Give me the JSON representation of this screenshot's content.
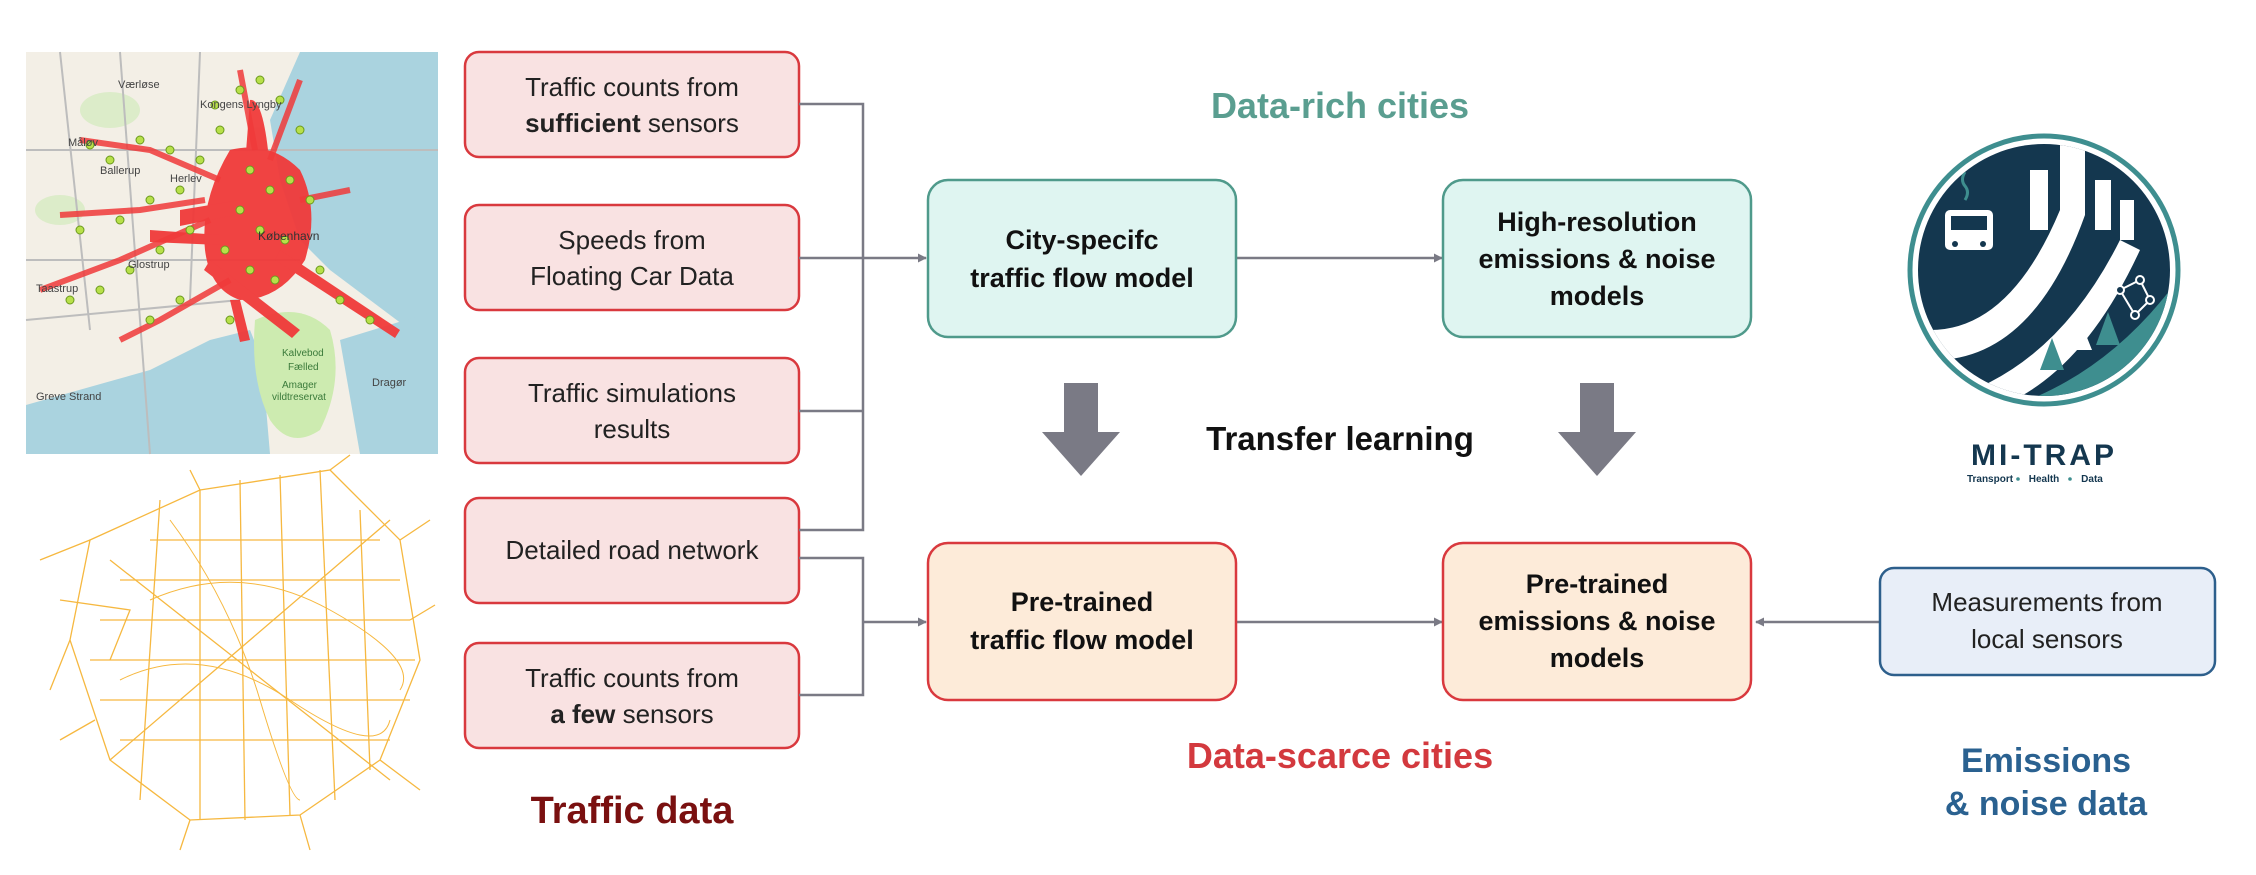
{
  "inputs": [
    {
      "line1": "Traffic counts from",
      "line2_bold": "sufficient",
      "line2_rest": " sensors"
    },
    {
      "line1": "Speeds from",
      "line2": "Floating Car Data"
    },
    {
      "line1": "Traffic simulations",
      "line2": "results"
    },
    {
      "line1": "Detailed road network"
    },
    {
      "line1": "Traffic counts from",
      "line2_bold": "a few",
      "line2_rest": " sensors"
    }
  ],
  "section_labels": {
    "traffic_data": "Traffic data",
    "data_rich": "Data-rich cities",
    "data_scarce": "Data-scarce cities",
    "transfer_learning": "Transfer learning",
    "emissions_line1": "Emissions",
    "emissions_line2": "& noise data"
  },
  "models": {
    "city_specific": {
      "line1": "City-specifc",
      "line2": "traffic flow model"
    },
    "high_res": {
      "line1": "High-resolution",
      "line2": "emissions & noise",
      "line3": "models"
    },
    "pretrained_flow": {
      "line1": "Pre-trained",
      "line2": "traffic flow model"
    },
    "pretrained_emis": {
      "line1": "Pre-trained",
      "line2": "emissions & noise",
      "line3": "models"
    }
  },
  "measurements": {
    "line1": "Measurements from",
    "line2": "local sensors"
  },
  "logo": {
    "name": "MI-TRAP",
    "tag1": "Transport",
    "tag2": "Health",
    "tag3": "Data"
  },
  "map_labels": {
    "vaerlose": "Værløse",
    "kongens_lyngby": "Kongens Lyngby",
    "malov": "Måløv",
    "ballerup": "Ballerup",
    "herlev": "Herlev",
    "kobenhavn": "København",
    "glostrup": "Glostrup",
    "taastrup": "Taastrup",
    "kalvebod": "Kalvebod",
    "faelled": "Fælled",
    "amager": "Amager",
    "vildtreservat": "vildtreservat",
    "greve_strand": "Greve Strand",
    "dragor": "Dragør"
  },
  "colors": {
    "traffic_box_fill": "#f9e2e2",
    "traffic_box_stroke": "#d9393e",
    "rich_box_fill": "#dff5f1",
    "rich_box_stroke": "#4f9a8b",
    "scarce_box_fill": "#fdebd9",
    "scarce_box_stroke": "#d9393e",
    "meas_box_fill": "#e8eef8",
    "meas_box_stroke": "#2d5f8c",
    "traffic_label": "#7a1010",
    "rich_label": "#5a9e90",
    "scarce_label": "#d3393e",
    "emis_label": "#2a6190",
    "logo_blue": "#14374f",
    "logo_teal": "#3e8e8f"
  }
}
